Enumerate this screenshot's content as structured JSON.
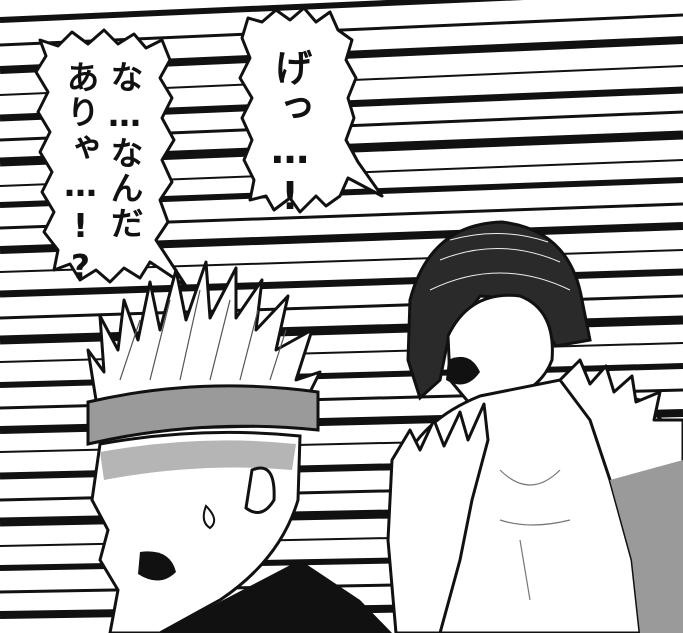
{
  "panel": {
    "speech_bubbles": [
      {
        "lines": [
          "げっ…!"
        ]
      },
      {
        "lines": [
          "な…なんだ",
          "ありゃ…!?"
        ]
      }
    ]
  },
  "colors": {
    "ink": "#111111",
    "paper": "#ffffff",
    "tone": "#9a9a9a"
  },
  "characters": [
    "spiky-haired-man-with-headband",
    "long-haired-man-in-fur-vest"
  ]
}
